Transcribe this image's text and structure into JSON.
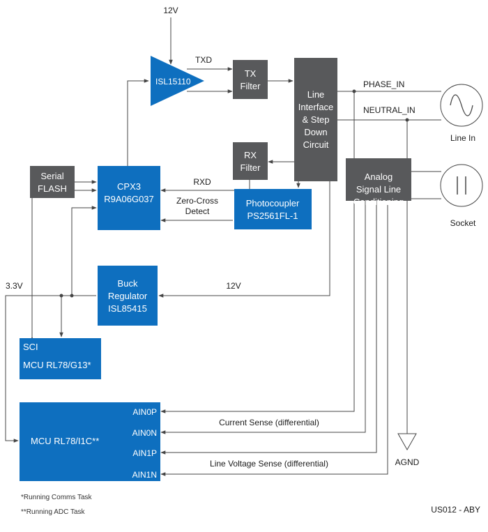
{
  "colors": {
    "blue": "#0e6fbf",
    "gray": "#58595b",
    "line": "#444444",
    "text": "#1a1a1a"
  },
  "blocks": {
    "isl15110": "ISL15110",
    "tx_filter": [
      "TX",
      "Filter"
    ],
    "rx_filter": [
      "RX",
      "Filter"
    ],
    "line_interface": [
      "Line",
      "Interface",
      "& Step",
      "Down",
      "Circuit"
    ],
    "serial_flash": [
      "Serial",
      "FLASH"
    ],
    "cpx3": [
      "CPX3",
      "R9A06G037"
    ],
    "photocoupler": [
      "Photocoupler",
      "PS2561FL-1"
    ],
    "buck": [
      "Buck",
      "Regulator",
      "ISL85415"
    ],
    "analog": [
      "Analog",
      "Signal Line",
      "Conditioning"
    ],
    "mcu_sci": [
      "SCI",
      "MCU RL78/G13*"
    ],
    "mcu_adc": "MCU RL78/I1C**",
    "ain_pins": [
      "AIN0P",
      "AIN0N",
      "AIN1P",
      "AIN1N"
    ]
  },
  "labels": {
    "v12_top": "12V",
    "txd": "TXD",
    "rxd": "RXD",
    "zero_cross": [
      "Zero-Cross",
      "Detect"
    ],
    "phase_in": "PHASE_IN",
    "neutral_in": "NEUTRAL_IN",
    "line_in": "Line In",
    "socket": "Socket",
    "v33": "3.3V",
    "v12_buck": "12V",
    "current_sense": "Current Sense (differential)",
    "voltage_sense": "Line Voltage Sense (differential)",
    "agnd": "AGND"
  },
  "footnotes": [
    "*Running Comms Task",
    "**Running ADC Task"
  ],
  "figure_id": "US012 - ABY"
}
